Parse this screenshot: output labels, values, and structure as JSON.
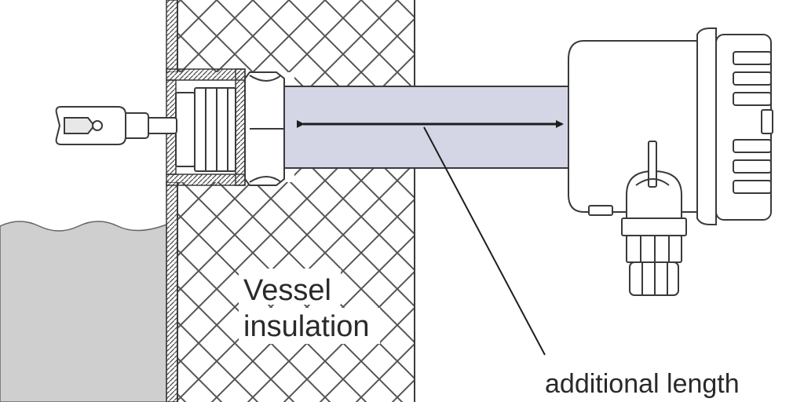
{
  "labels": {
    "insulation_line1": "Vessel",
    "insulation_line2": "insulation",
    "dimension": "additional length"
  },
  "colors": {
    "line": "#3a3a3a",
    "liquid": "#cfcfcf",
    "extension": "#d4d6e6",
    "hatch": "#555555"
  }
}
